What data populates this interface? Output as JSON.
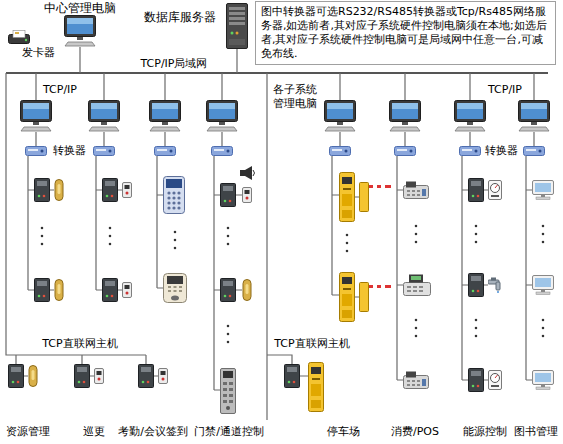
{
  "diagram": {
    "nodes": [
      {
        "text": [
          "图中转换器可选RS232/RS485转换器或Tcp/Rs485网络服务器,如选前者,其对应子系统硬件控制电脑须在本地;如选后者,其对应子系统硬件控制电脑可是局域网中任意一台,可减免布线."
        ]
      }
    ],
    "labels": [
      "中心管理电脑",
      "数据库服务器",
      "发卡器",
      "TCP/IP局域网",
      "TCP/IP",
      "各子系统 管理电脑",
      "TCP/IP",
      "转换器",
      "转换器",
      "TCP直联网主机",
      "TCP直联网主机",
      "资源管理",
      "巡更",
      "考勤/会议签到",
      "门禁/通道控制",
      "停车场",
      "消费/POS",
      "能源控制",
      "图书管理"
    ]
  }
}
